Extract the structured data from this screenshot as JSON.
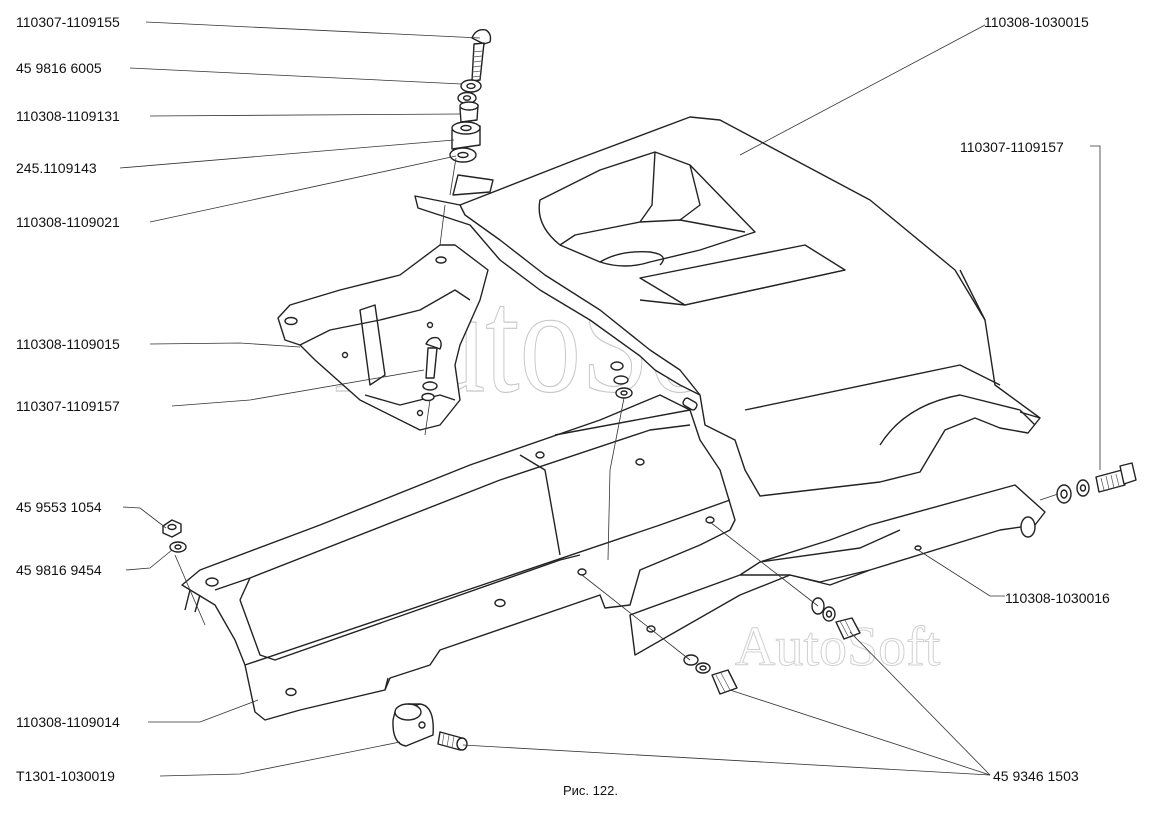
{
  "diagram": {
    "labels": {
      "l1": "110307-1109155",
      "l2": "45 9816 6005",
      "l3": "110308-1109131",
      "l4": "245.1109143",
      "l5": "110308-1109021",
      "l6": "110308-1109015",
      "l7": "110307-1109157",
      "l8": "45 9553 1054",
      "l9": "45 9816 9454",
      "l10": "110308-1109014",
      "l11": "T1301-1030019",
      "r1": "110308-1030015",
      "r2": "110307-1109157",
      "r3": "110308-1030016",
      "r4": "45 9346 1503"
    },
    "caption": "Рис. 122.",
    "watermark": "AutoSoft"
  }
}
